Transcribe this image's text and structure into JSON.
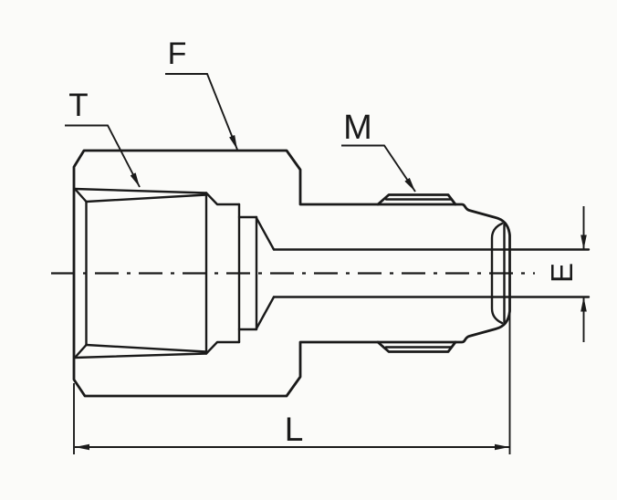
{
  "drawing": {
    "description_labels_only": "technical line drawing of tube fitting female connector",
    "colors": {
      "background": "#fbfbf9",
      "line": "#1a1a1a"
    },
    "callouts": {
      "thread": {
        "label": "T"
      },
      "body": {
        "label": "F"
      },
      "nut": {
        "label": "M"
      }
    },
    "dimensions": {
      "tube_end": {
        "label": "E"
      },
      "overall_length": {
        "label": "L"
      }
    }
  }
}
